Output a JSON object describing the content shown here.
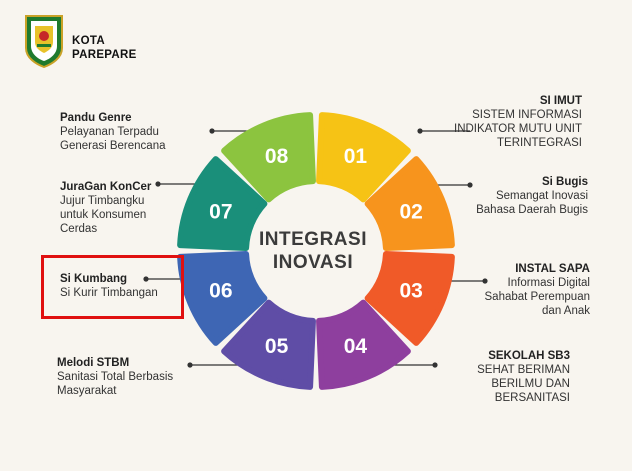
{
  "header": {
    "line1": "KOTA",
    "line2": "PAREPARE"
  },
  "center": {
    "line1": "INTEGRASI",
    "line2": "INOVASI"
  },
  "segments": [
    {
      "number": "01",
      "color": "#f6c315"
    },
    {
      "number": "02",
      "color": "#f7941d"
    },
    {
      "number": "03",
      "color": "#f05a28"
    },
    {
      "number": "04",
      "color": "#8e3f9e"
    },
    {
      "number": "05",
      "color": "#5f4da6"
    },
    {
      "number": "06",
      "color": "#3e66b4"
    },
    {
      "number": "07",
      "color": "#1a8f7a"
    },
    {
      "number": "08",
      "color": "#8cc43f"
    }
  ],
  "items": {
    "i01": {
      "title": "SI IMUT",
      "desc": [
        "SISTEM INFORMASI",
        "INDIKATOR MUTU UNIT",
        "TERINTEGRASI"
      ]
    },
    "i02": {
      "title": "Si Bugis",
      "desc": [
        "Semangat Inovasi",
        "Bahasa Daerah Bugis"
      ]
    },
    "i03": {
      "title": "INSTAL SAPA",
      "desc": [
        "Informasi Digital",
        "Sahabat Perempuan",
        "dan Anak"
      ]
    },
    "i04": {
      "title": "SEKOLAH SB3",
      "desc": [
        "SEHAT BERIMAN",
        "BERILMU DAN",
        "BERSANITASI"
      ]
    },
    "i05": {
      "title": "Melodi STBM",
      "desc": [
        "Sanitasi Total Berbasis",
        "Masyarakat"
      ]
    },
    "i06": {
      "title": "Si Kumbang",
      "desc": [
        "Si Kurir Timbangan"
      ]
    },
    "i07": {
      "title": "JuraGan KonCer",
      "desc": [
        "Jujur Timbangku",
        "untuk Konsumen",
        "Cerdas"
      ]
    },
    "i08": {
      "title": "Pandu Genre",
      "desc": [
        "Pelayanan Terpadu",
        "Generasi Berencana"
      ]
    }
  },
  "line_color": "#333333",
  "highlight_color": "#e01010"
}
